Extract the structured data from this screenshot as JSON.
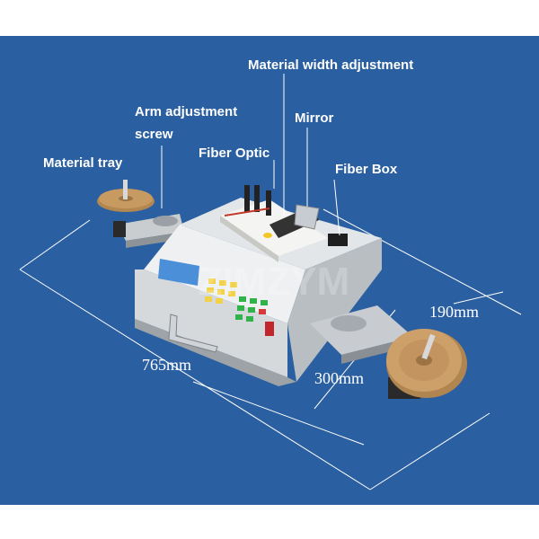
{
  "labels": {
    "material_width": "Material width adjustment",
    "arm_adjustment_line1": "Arm adjustment",
    "arm_adjustment_line2": "screw",
    "material_tray": "Material tray",
    "fiber_optic": "Fiber Optic",
    "mirror": "Mirror",
    "fiber_box": "Fiber Box"
  },
  "dimensions": {
    "length": "765mm",
    "depth": "190mm",
    "width": "300mm"
  },
  "watermark": "ZIMZYM",
  "colors": {
    "background": "#2a5fa1",
    "text": "#ffffff",
    "machine_body": "#d9dcde",
    "tray_wood": "#c79a62",
    "display": "#4a8fd8"
  }
}
